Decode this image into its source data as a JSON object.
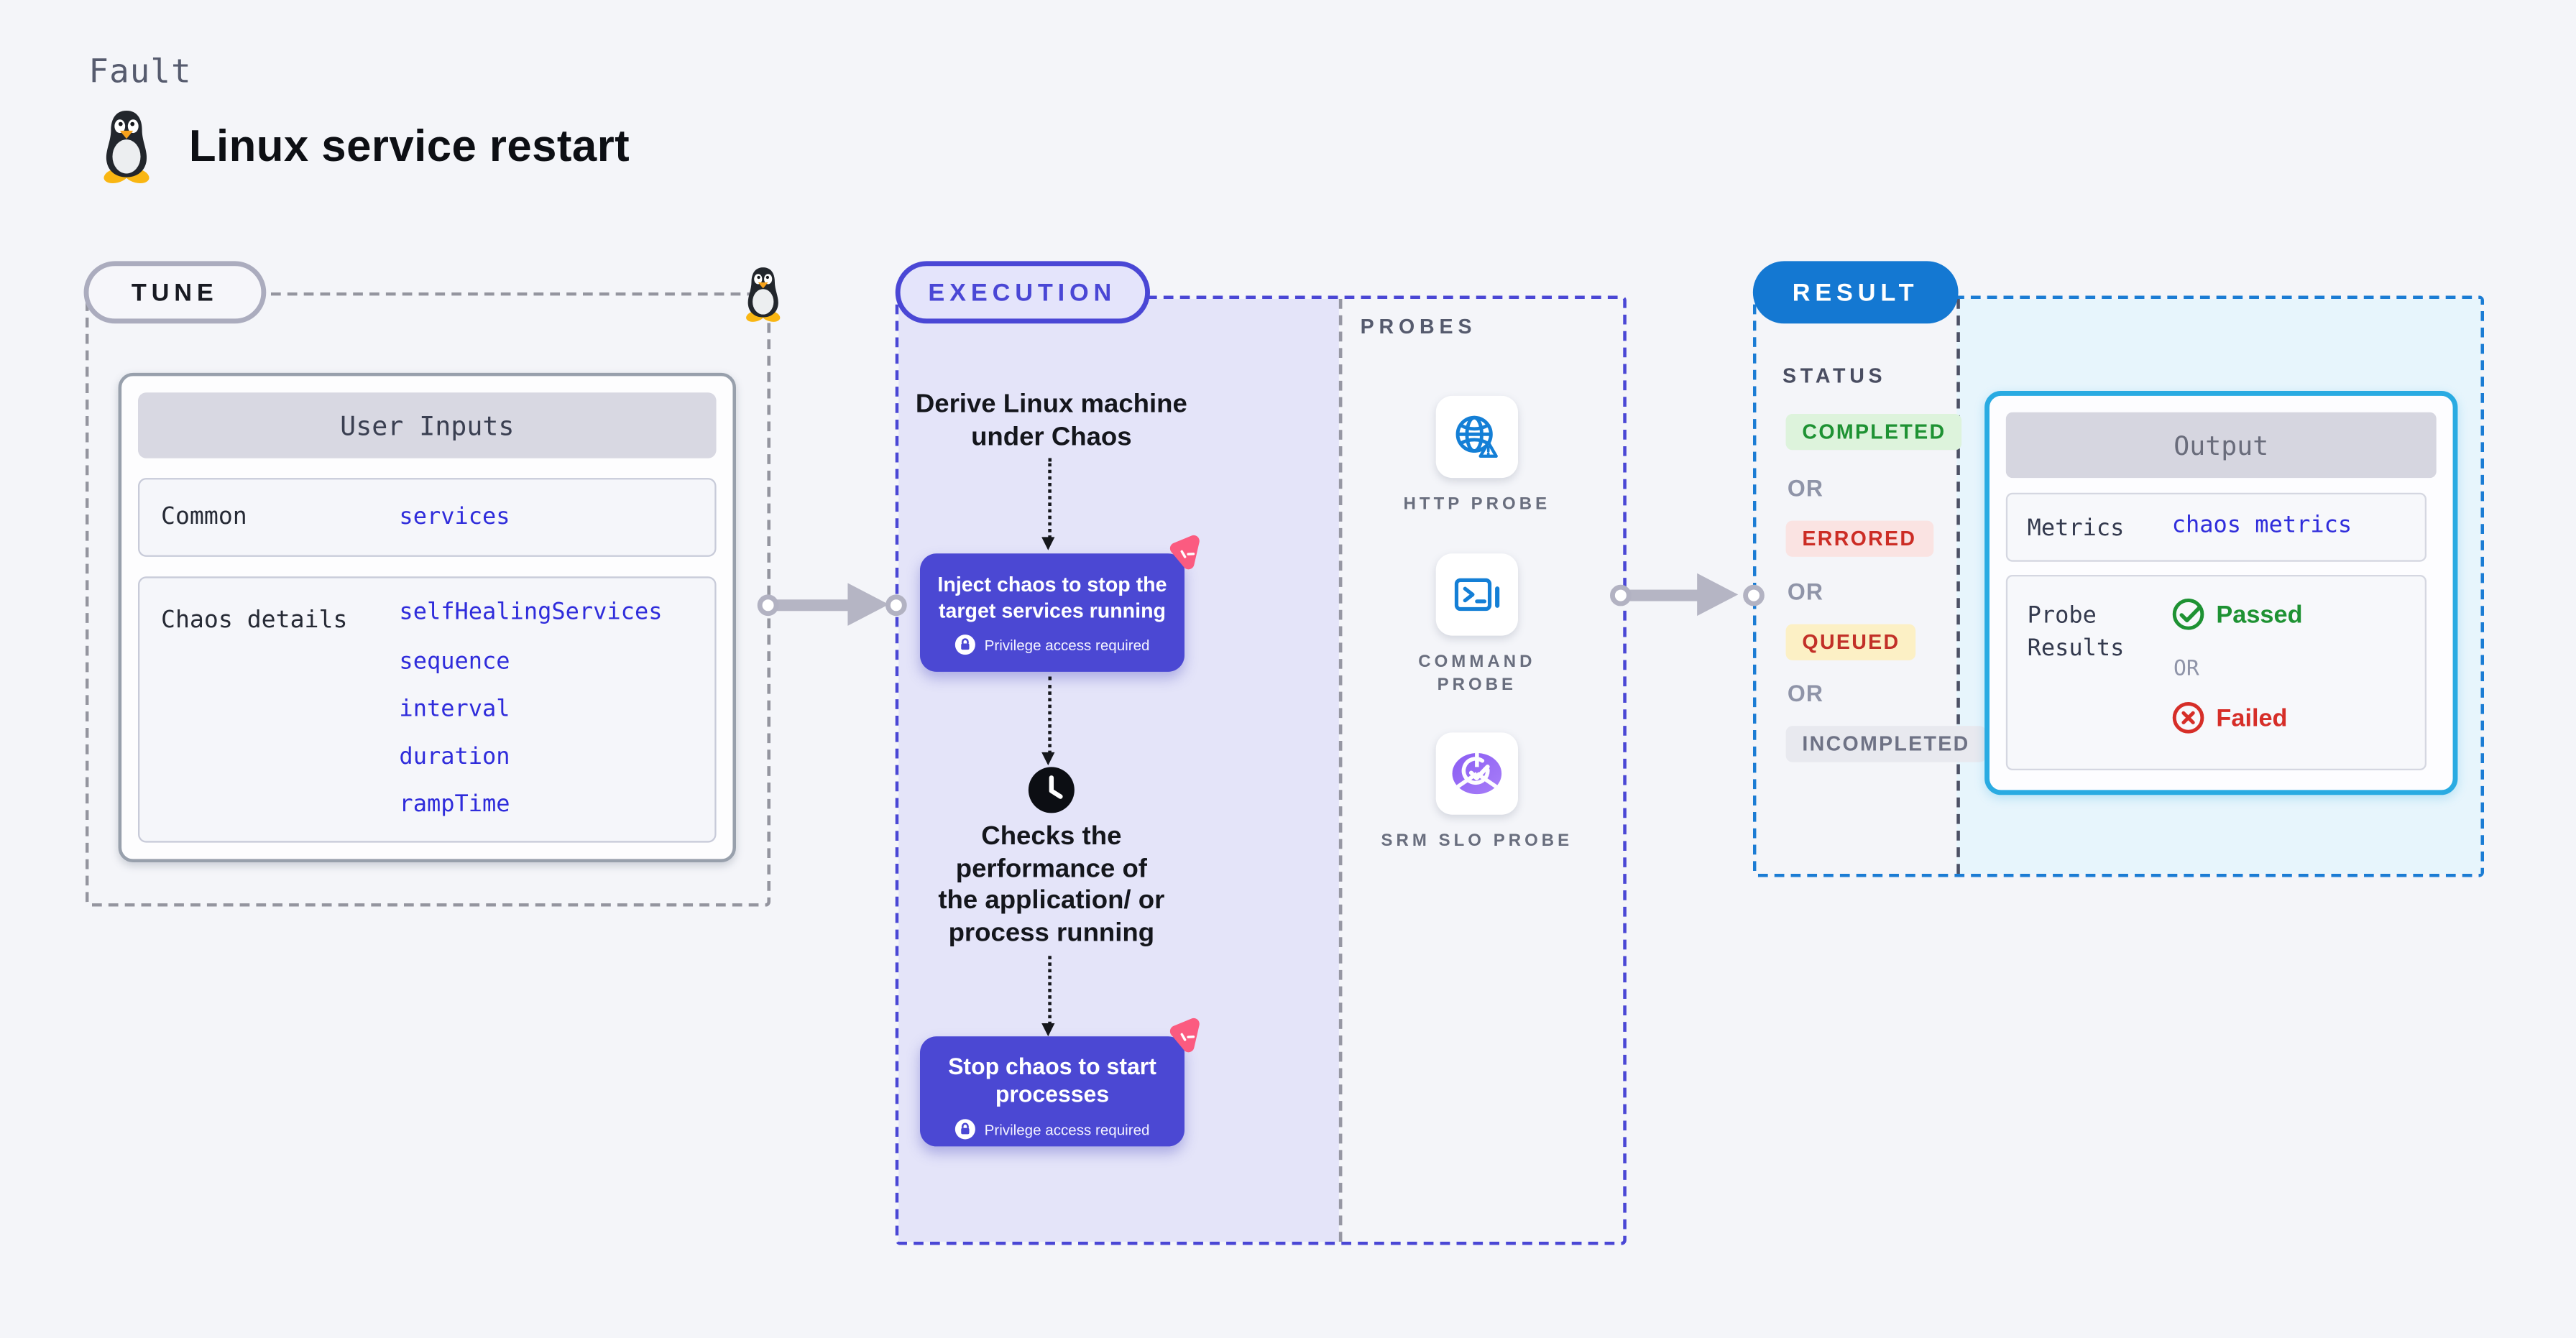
{
  "header": {
    "kicker": "Fault",
    "title": "Linux service restart",
    "icon": "tux-penguin-icon"
  },
  "colors": {
    "page_bg": "#f4f5f9",
    "indigo": "#4a47d5",
    "indigo_button": "#4b48d3",
    "lavender_fill": "#e4e4f9",
    "pink_accent": "#fb5b80",
    "probe_blue": "#147fd6",
    "result_blue": "#1478d2",
    "cyan_border": "#29abe2",
    "cyan_fill": "#e7f5fc",
    "green": "#1e9233",
    "green_bg": "#ddf3dc",
    "red": "#cc2d25",
    "red_bg": "#fae3e2",
    "queued_text": "#c23028",
    "queued_bg": "#fcf0c5",
    "incompleted_text": "#6e7285",
    "incompleted_bg": "#e8e9ef",
    "link_blue": "#2f2cdb",
    "arrow_gray": "#b5b5c4"
  },
  "tune": {
    "pill": "TUNE",
    "corner_icon": "tux-penguin-icon",
    "user_inputs": {
      "header": "User Inputs",
      "rows": [
        {
          "label": "Common",
          "values": [
            "services"
          ]
        },
        {
          "label": "Chaos details",
          "values": [
            "selfHealingServices",
            "sequence",
            "interval",
            "duration",
            "rampTime"
          ]
        }
      ]
    }
  },
  "execution": {
    "pill": "EXECUTION",
    "steps": [
      {
        "type": "text",
        "text": "Derive Linux machine\nunder Chaos"
      },
      {
        "type": "action",
        "title": "Inject chaos to stop the\ntarget services running",
        "note": "Privilege access required",
        "icons": [
          "chaos-scenario-icon",
          "lock-icon"
        ]
      },
      {
        "type": "text",
        "text": "Checks the\nperformance of\nthe application/ or\nprocess running",
        "icon": "clock-icon"
      },
      {
        "type": "action",
        "title": "Stop chaos to start\nprocesses",
        "note": "Privilege access required",
        "icons": [
          "chaos-scenario-icon",
          "lock-icon"
        ]
      }
    ]
  },
  "probes": {
    "label": "PROBES",
    "items": [
      {
        "name": "HTTP PROBE",
        "icon": "globe-alert-icon"
      },
      {
        "name": "COMMAND PROBE",
        "icon": "terminal-icon"
      },
      {
        "name": "SRM SLO PROBE",
        "icon": "slo-donut-check-icon"
      }
    ]
  },
  "result": {
    "pill": "RESULT",
    "status": {
      "label": "STATUS",
      "separator": "OR",
      "badges": [
        "COMPLETED",
        "ERRORED",
        "QUEUED",
        "INCOMPLETED"
      ]
    },
    "output": {
      "header": "Output",
      "metrics_label": "Metrics",
      "metrics_value": "chaos metrics",
      "probe_label": "Probe Results",
      "passed": "Passed",
      "separator": "OR",
      "failed": "Failed"
    }
  }
}
